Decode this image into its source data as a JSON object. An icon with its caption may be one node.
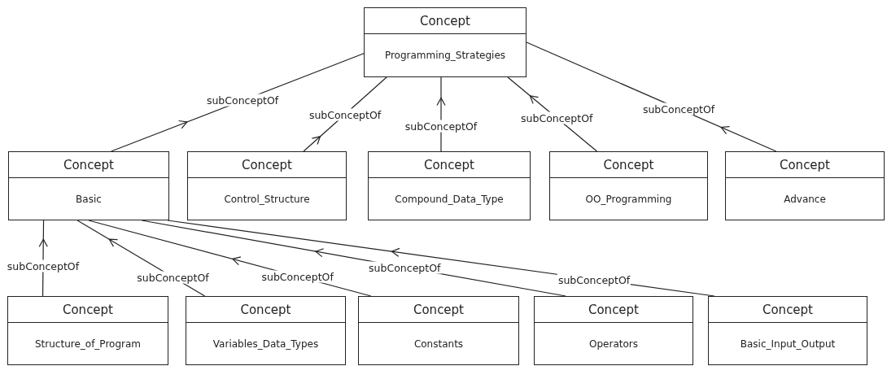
{
  "diagram": {
    "nodes": [
      {
        "text": [
          "Concept",
          "Programming_Strategies"
        ]
      },
      {
        "text": [
          "Concept",
          "Basic"
        ]
      },
      {
        "text": [
          "Concept",
          "Control_Structure"
        ]
      },
      {
        "text": [
          "Concept",
          "Compound_Data_Type"
        ]
      },
      {
        "text": [
          "Concept",
          "OO_Programming"
        ]
      },
      {
        "text": [
          "Concept",
          "Advance"
        ]
      },
      {
        "text": [
          "Concept",
          "Structure_of_Program"
        ]
      },
      {
        "text": [
          "Concept",
          "Variables_Data_Types"
        ]
      },
      {
        "text": [
          "Concept",
          "Constants"
        ]
      },
      {
        "text": [
          "Concept",
          "Operators"
        ]
      },
      {
        "text": [
          "Concept",
          "Basic_Input_Output"
        ]
      }
    ],
    "edges": [
      {
        "from": 1,
        "to": 0,
        "arrow": "to",
        "label": "subConceptOf"
      },
      {
        "from": 2,
        "to": 0,
        "arrow": "to",
        "label": "subConceptOf"
      },
      {
        "from": 3,
        "to": 0,
        "arrow": "to",
        "label": "subConceptOf"
      },
      {
        "from": 4,
        "to": 0,
        "arrow": "to",
        "label": "subConceptOf"
      },
      {
        "from": 5,
        "to": 0,
        "arrow": "to",
        "label": "subConceptOf"
      },
      {
        "from": 6,
        "to": 1,
        "arrow": "to",
        "label": "subConceptOf"
      },
      {
        "from": 7,
        "to": 1,
        "arrow": "to",
        "label": "subConceptOf"
      },
      {
        "from": 8,
        "to": 1,
        "arrow": "to",
        "label": "subConceptOf"
      },
      {
        "from": 9,
        "to": 1,
        "arrow": "to",
        "label": "subConceptOf"
      },
      {
        "from": 10,
        "to": 1,
        "arrow": "to",
        "label": "subConceptOf"
      }
    ]
  }
}
